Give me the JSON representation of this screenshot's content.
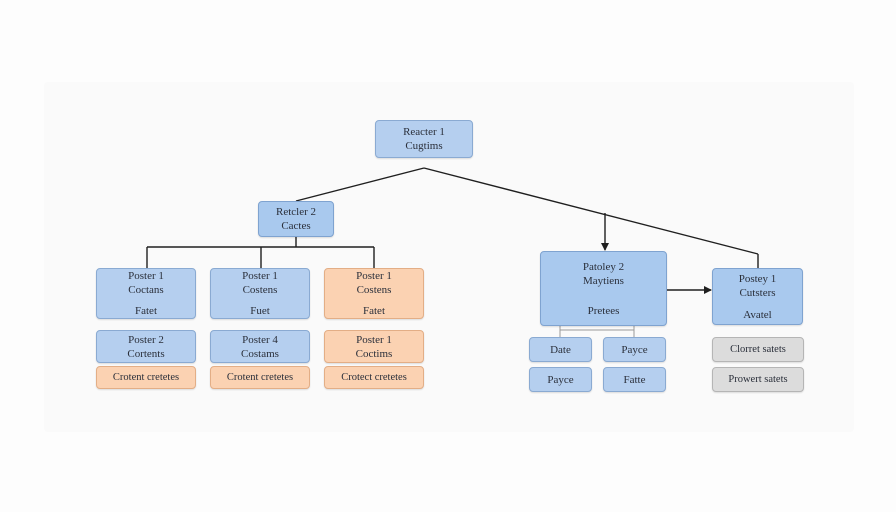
{
  "root": {
    "line1": "Reacter 1",
    "line2": "Cugtims"
  },
  "left_parent": {
    "line1": "Retcler 2",
    "line2": "Cactes"
  },
  "left_cols": [
    {
      "top": {
        "line1": "Poster 1",
        "line2": "Coctans",
        "line3": "Fatet"
      },
      "mid": {
        "line1": "Poster 2",
        "line2": "Cortents"
      },
      "bottom": "Crotent cretetes"
    },
    {
      "top": {
        "line1": "Poster 1",
        "line2": "Costens",
        "line3": "Fuet"
      },
      "mid": {
        "line1": "Poster 4",
        "line2": "Costams"
      },
      "bottom": "Crotent cretetes"
    },
    {
      "top": {
        "line1": "Poster 1",
        "line2": "Costens",
        "line3": "Fatet"
      },
      "mid": {
        "line1": "Poster 1",
        "line2": "Coctims"
      },
      "bottom": "Crotect cretetes"
    }
  ],
  "right_parent": {
    "line1": "Patoley 2",
    "line2": "Maytiens",
    "line3": "Pretees"
  },
  "right_children": [
    "Date",
    "Payce",
    "Payce",
    "Fatte"
  ],
  "right_side": {
    "line1": "Postey 1",
    "line2": "Cutsters",
    "line3": "Avatel"
  },
  "right_side_children": [
    "Clorret satets",
    "Prowert satets"
  ],
  "colors": {
    "blue": "#b5cfef",
    "orange": "#fbd2b2",
    "gray": "#dcdcdc",
    "line": "#1f1f1f"
  }
}
